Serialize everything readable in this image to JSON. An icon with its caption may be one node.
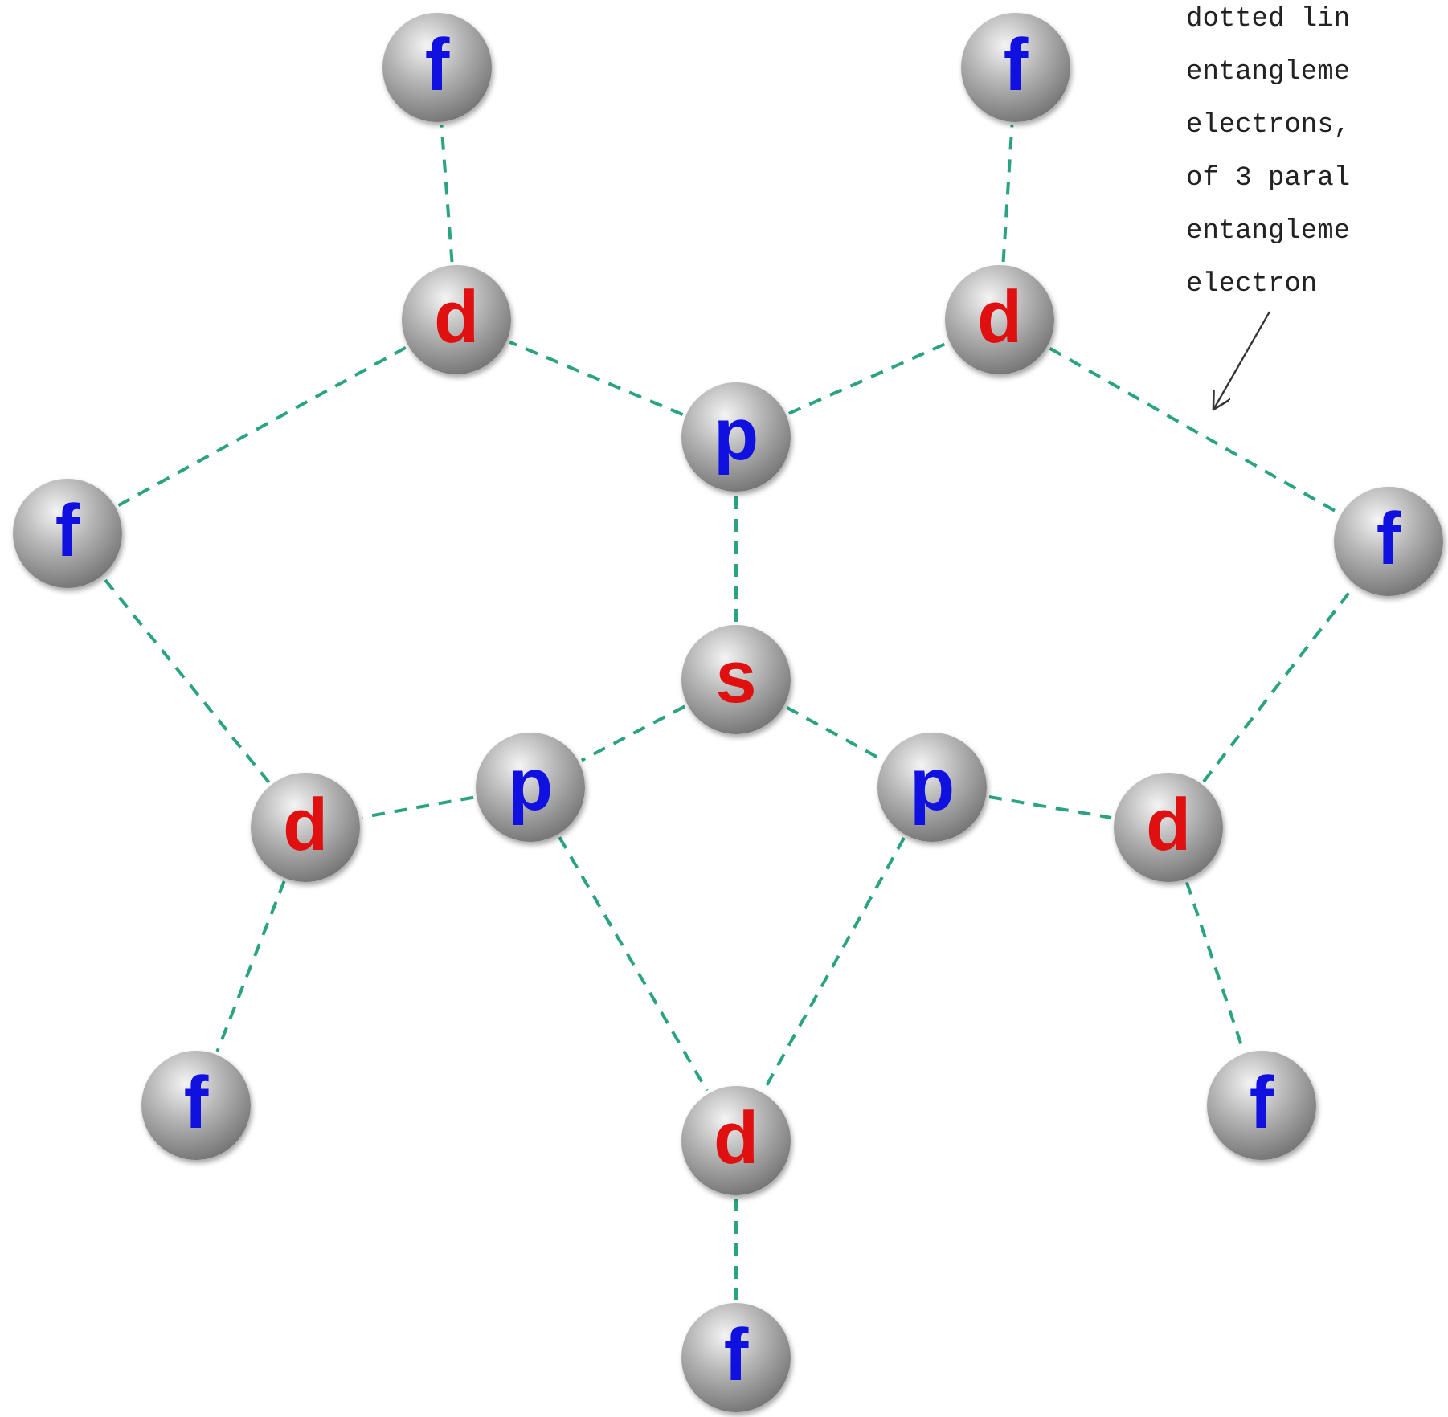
{
  "diagram": {
    "nodes": [
      {
        "text": [
          "s"
        ]
      },
      {
        "text": [
          "p"
        ]
      },
      {
        "text": [
          "p"
        ]
      },
      {
        "text": [
          "p"
        ]
      },
      {
        "text": [
          "d"
        ]
      },
      {
        "text": [
          "d"
        ]
      },
      {
        "text": [
          "d"
        ]
      },
      {
        "text": [
          "d"
        ]
      },
      {
        "text": [
          "d"
        ]
      },
      {
        "text": [
          "f"
        ]
      },
      {
        "text": [
          "f"
        ]
      },
      {
        "text": [
          "f"
        ]
      },
      {
        "text": [
          "f"
        ]
      },
      {
        "text": [
          "f"
        ]
      },
      {
        "text": [
          "f"
        ]
      },
      {
        "text": [
          "f"
        ]
      },
      {
        "text": [
          "dotted lin entangleme electrons, of 3 paral entangleme electron"
        ]
      }
    ],
    "edges": [
      {
        "from": 0,
        "to": 1,
        "arrow": "none",
        "style": "dashed"
      },
      {
        "from": 0,
        "to": 2,
        "arrow": "none",
        "style": "dashed"
      },
      {
        "from": 0,
        "to": 3,
        "arrow": "none",
        "style": "dashed"
      },
      {
        "from": 1,
        "to": 4,
        "arrow": "none",
        "style": "dashed"
      },
      {
        "from": 1,
        "to": 5,
        "arrow": "none",
        "style": "dashed"
      },
      {
        "from": 2,
        "to": 6,
        "arrow": "none",
        "style": "dashed"
      },
      {
        "from": 2,
        "to": 8,
        "arrow": "none",
        "style": "dashed"
      },
      {
        "from": 3,
        "to": 7,
        "arrow": "none",
        "style": "dashed"
      },
      {
        "from": 3,
        "to": 8,
        "arrow": "none",
        "style": "dashed"
      },
      {
        "from": 4,
        "to": 9,
        "arrow": "none",
        "style": "dashed"
      },
      {
        "from": 5,
        "to": 10,
        "arrow": "none",
        "style": "dashed"
      },
      {
        "from": 4,
        "to": 11,
        "arrow": "none",
        "style": "dashed"
      },
      {
        "from": 6,
        "to": 11,
        "arrow": "none",
        "style": "dashed"
      },
      {
        "from": 5,
        "to": 12,
        "arrow": "none",
        "style": "dashed"
      },
      {
        "from": 7,
        "to": 12,
        "arrow": "none",
        "style": "dashed"
      },
      {
        "from": 6,
        "to": 13,
        "arrow": "none",
        "style": "dashed"
      },
      {
        "from": 7,
        "to": 14,
        "arrow": "none",
        "style": "dashed"
      },
      {
        "from": 8,
        "to": 15,
        "arrow": "none",
        "style": "dashed"
      },
      {
        "from": 16,
        "to": null,
        "arrow": "to",
        "color": "#333333"
      }
    ]
  }
}
